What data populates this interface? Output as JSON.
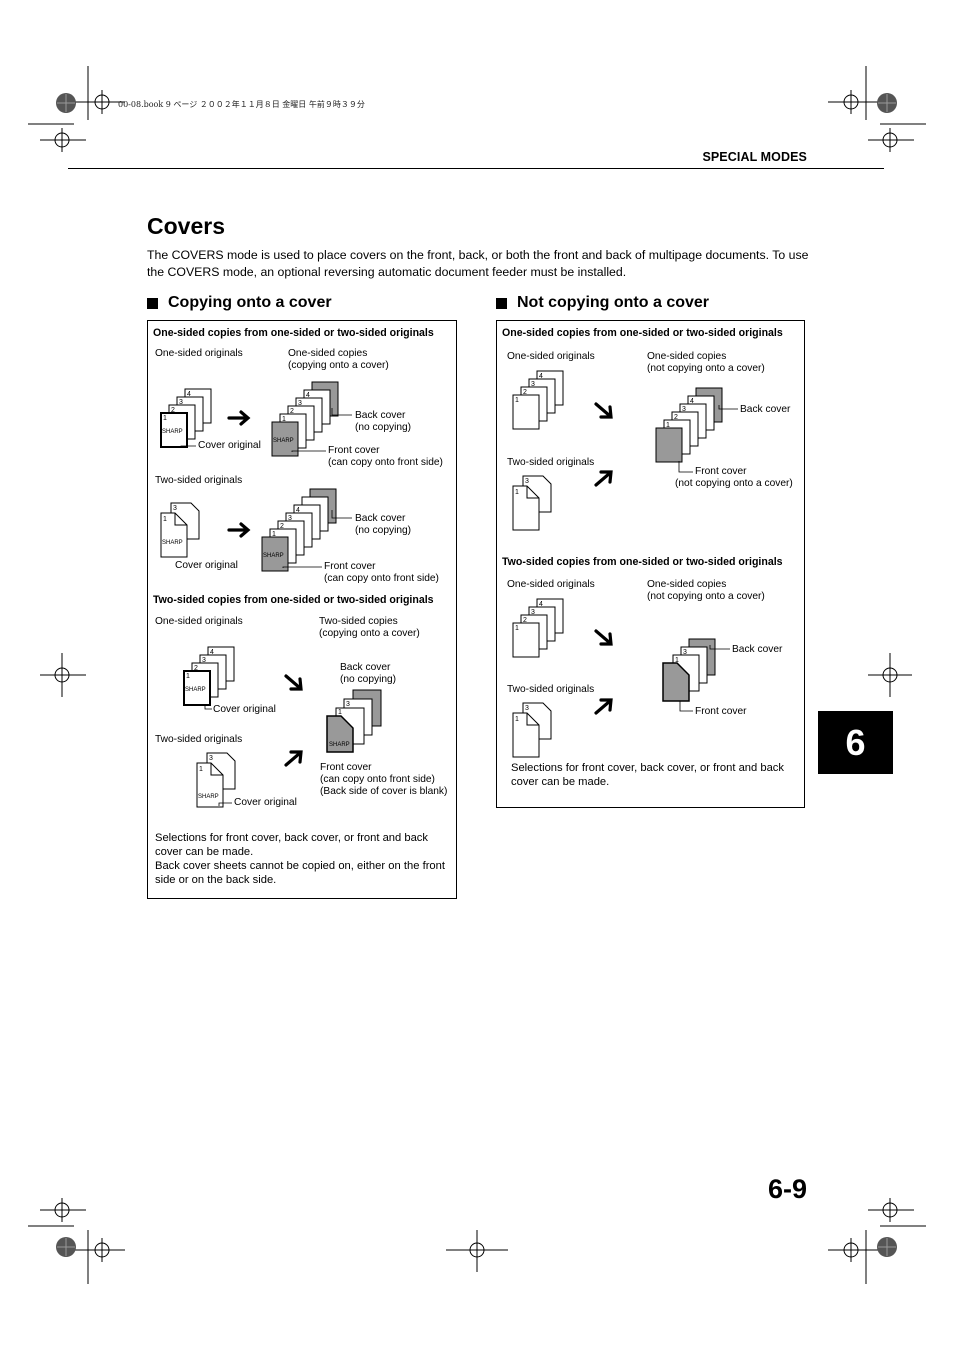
{
  "print_info": "00-08.book  9 ページ  ２００２年１１月８日  金曜日  午前９時３９分",
  "header": {
    "section": "SPECIAL MODES"
  },
  "title": "Covers",
  "intro": "The COVERS mode is used to place covers on the front, back, or both the front and back of multipage documents. To use the COVERS mode, an optional reversing automatic document feeder must be installed.",
  "left": {
    "heading": "Copying onto a cover",
    "sub1": "One-sided copies from one-sided or two-sided originals",
    "one_sided_originals": "One-sided originals",
    "one_sided_copies_1": "One-sided copies",
    "one_sided_copies_2": "(copying onto a cover)",
    "cover_original": "Cover original",
    "back_cover": "Back cover",
    "no_copying": "(no copying)",
    "front_cover": "Front cover",
    "front_cover_note": "(can copy onto front side)",
    "two_sided_originals": "Two-sided originals",
    "sub2": "Two-sided copies from one-sided or two-sided originals",
    "two_sided_copies_1": "Two-sided copies",
    "two_sided_copies_2": "(copying onto a cover)",
    "blank_note": "(Back side of cover is blank)",
    "note1": "Selections for front cover, back cover, or front and back cover can be made.",
    "note2": "Back cover sheets cannot be copied on, either on the front side or on the back side."
  },
  "right": {
    "heading": "Not copying onto a cover",
    "sub1": "One-sided copies from one-sided or two-sided originals",
    "one_sided_originals": "One-sided originals",
    "one_sided_copies_1": "One-sided copies",
    "one_sided_copies_2": "(not copying onto a cover)",
    "back_cover": "Back cover",
    "front_cover": "Front cover",
    "front_cover_note": "(not copying onto a cover)",
    "two_sided_originals": "Two-sided originals",
    "sub2": "Two-sided copies from one-sided or two-sided originals",
    "note": "Selections for front cover, back cover, or front and back cover can be made."
  },
  "chapter_tab": "6",
  "page_number": "6-9",
  "sheet_brand": "SHARP",
  "sheet_numbers": [
    "1",
    "2",
    "3",
    "4"
  ]
}
